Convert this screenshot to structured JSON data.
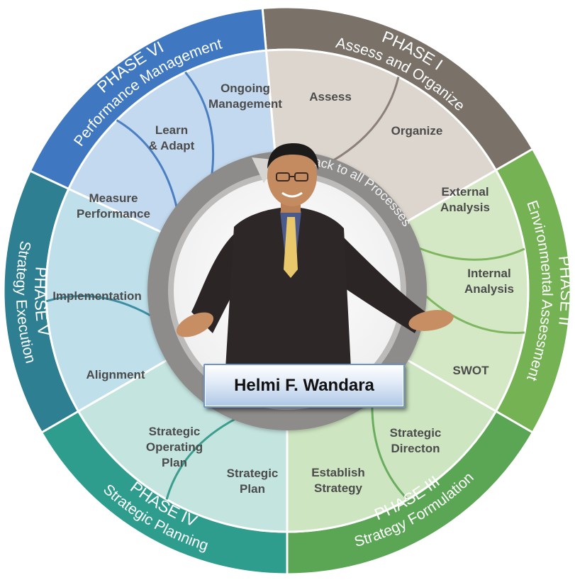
{
  "center": {
    "name": "Helmi F. Wandara",
    "loop_label": "Back to all Processes"
  },
  "phases": [
    {
      "id": "1",
      "title": "PHASE I",
      "subtitle": "Assess and Organize",
      "band_color": "#7a7169",
      "fill_color": "#ddd6cf",
      "divider_color": "#8b8178",
      "steps": [
        "Assess",
        "Organize"
      ]
    },
    {
      "id": "2",
      "title": "PHASE II",
      "subtitle": "Environmental Assessment",
      "band_color": "#74b254",
      "fill_color": "#d5e8c6",
      "divider_color": "#7fb660",
      "steps": [
        "External Analysis",
        "Internal Analysis",
        "SWOT"
      ]
    },
    {
      "id": "3",
      "title": "PHASE III",
      "subtitle": "Strategy Formulation",
      "band_color": "#5aa654",
      "fill_color": "#cde5c1",
      "divider_color": "#6aad5f",
      "steps": [
        "Strategic Directon",
        "Establish Strategy"
      ]
    },
    {
      "id": "4",
      "title": "PHASE IV",
      "subtitle": "Strategic Planning",
      "band_color": "#2f9d8e",
      "fill_color": "#c4e4df",
      "divider_color": "#3d9e90",
      "steps": [
        "Strategic Plan",
        "Strategic Operating Plan"
      ]
    },
    {
      "id": "5",
      "title": "PHASE V",
      "subtitle": "Strategy Execution",
      "band_color": "#2e7f92",
      "fill_color": "#bfe0ea",
      "divider_color": "#3d8ea3",
      "steps": [
        "Alignment",
        "Implementation"
      ]
    },
    {
      "id": "6",
      "title": "PHASE VI",
      "subtitle": "Performance Management",
      "band_color": "#3f78c0",
      "fill_color": "#c3d9ef",
      "divider_color": "#4b7fc2",
      "steps": [
        "Measure Performance",
        "Learn & Adapt",
        "Ongoing Management"
      ]
    }
  ],
  "colors": {
    "ring": "#8e8c8a",
    "step_text": "#4b4b4b"
  }
}
